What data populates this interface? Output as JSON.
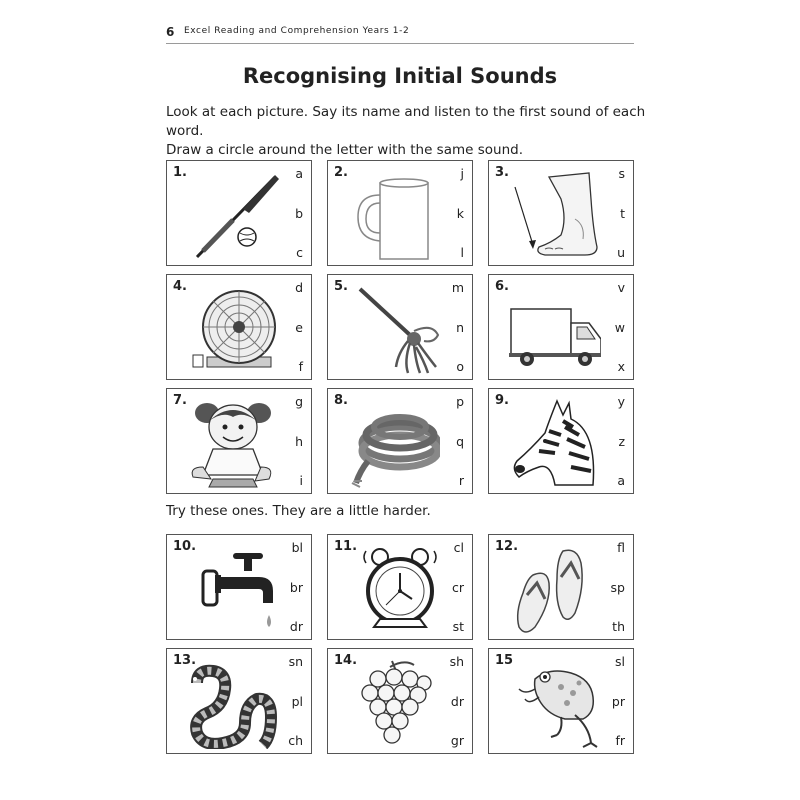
{
  "header": {
    "page_number": "6",
    "book_title": "Excel Reading and Comprehension Years 1-2"
  },
  "title": "Recognising Initial Sounds",
  "instructions": [
    "Look at each picture. Say its name and listen to the first sound of each word.",
    "Draw a circle around the letter with the same sound."
  ],
  "subheading": "Try these ones. They are a little harder.",
  "cards": [
    {
      "number": "1.",
      "icon": "baseball-bat-icon",
      "letters": [
        "a",
        "b",
        "c"
      ]
    },
    {
      "number": "2.",
      "icon": "jug-icon",
      "letters": [
        "j",
        "k",
        "l"
      ]
    },
    {
      "number": "3.",
      "icon": "foot-icon",
      "letters": [
        "s",
        "t",
        "u"
      ]
    },
    {
      "number": "4.",
      "icon": "fan-icon",
      "letters": [
        "d",
        "e",
        "f"
      ]
    },
    {
      "number": "5.",
      "icon": "mop-icon",
      "letters": [
        "m",
        "n",
        "o"
      ]
    },
    {
      "number": "6.",
      "icon": "van-icon",
      "letters": [
        "v",
        "w",
        "x"
      ]
    },
    {
      "number": "7.",
      "icon": "girl-icon",
      "letters": [
        "g",
        "h",
        "i"
      ]
    },
    {
      "number": "8.",
      "icon": "rope-icon",
      "letters": [
        "p",
        "q",
        "r"
      ]
    },
    {
      "number": "9.",
      "icon": "zebra-icon",
      "letters": [
        "y",
        "z",
        "a"
      ]
    },
    {
      "number": "10.",
      "icon": "tap-icon",
      "letters": [
        "bl",
        "br",
        "dr"
      ]
    },
    {
      "number": "11.",
      "icon": "clock-icon",
      "letters": [
        "cl",
        "cr",
        "st"
      ]
    },
    {
      "number": "12.",
      "icon": "thongs-icon",
      "letters": [
        "fl",
        "sp",
        "th"
      ]
    },
    {
      "number": "13.",
      "icon": "snake-icon",
      "letters": [
        "sn",
        "pl",
        "ch"
      ]
    },
    {
      "number": "14.",
      "icon": "grapes-icon",
      "letters": [
        "sh",
        "dr",
        "gr"
      ]
    },
    {
      "number": "15",
      "icon": "frog-icon",
      "letters": [
        "sl",
        "pr",
        "fr"
      ]
    }
  ]
}
